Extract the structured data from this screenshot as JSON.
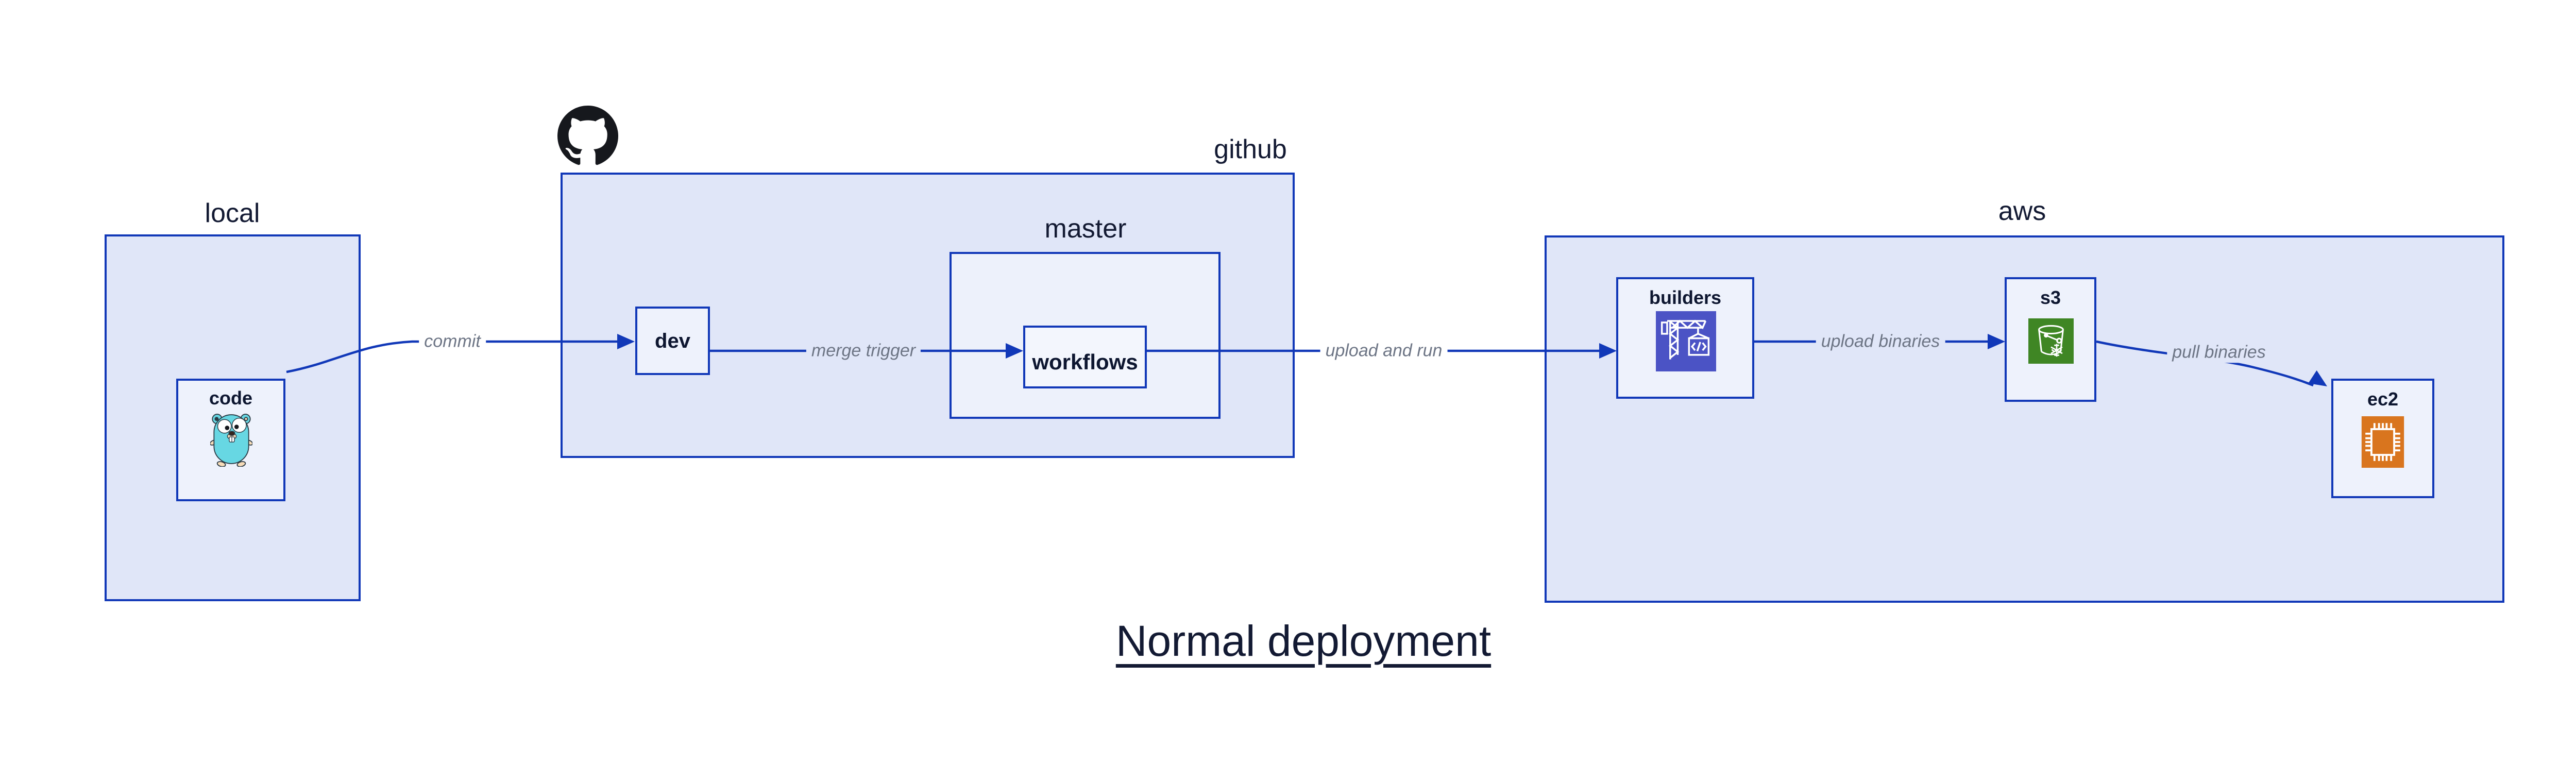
{
  "diagram_title": "Normal deployment",
  "containers": {
    "local": {
      "label": "local"
    },
    "github": {
      "label": "github"
    },
    "master": {
      "label": "master"
    },
    "aws": {
      "label": "aws"
    }
  },
  "nodes": {
    "code": {
      "label": "code",
      "icon": "go-gopher-icon"
    },
    "dev": {
      "label": "dev"
    },
    "workflows": {
      "label": "workflows"
    },
    "builders": {
      "label": "builders",
      "icon": "codebuild-crane-icon"
    },
    "s3": {
      "label": "s3",
      "icon": "s3-glacier-bucket-icon"
    },
    "ec2": {
      "label": "ec2",
      "icon": "ec2-chip-icon"
    }
  },
  "edges": {
    "commit": {
      "label": "commit",
      "from": "code",
      "to": "dev"
    },
    "merge_trigger": {
      "label": "merge trigger",
      "from": "dev",
      "to": "workflows"
    },
    "upload_and_run": {
      "label": "upload and run",
      "from": "workflows",
      "to": "builders"
    },
    "upload_binaries": {
      "label": "upload binaries",
      "from": "builders",
      "to": "s3"
    },
    "pull_binaries": {
      "label": "pull binaries",
      "from": "s3",
      "to": "ec2"
    }
  },
  "colors": {
    "container_fill": "#e0e6f8",
    "node_fill": "#eef2fc",
    "stroke_blue": "#1138b8",
    "label_dark": "#131a33",
    "edge_label_gray": "#6d7585",
    "github_black": "#16181d",
    "gopher_teal": "#67d7e3",
    "codebuild_indigo": "#4b53c5",
    "s3_green": "#3f8624",
    "ec2_orange": "#d9751e"
  }
}
